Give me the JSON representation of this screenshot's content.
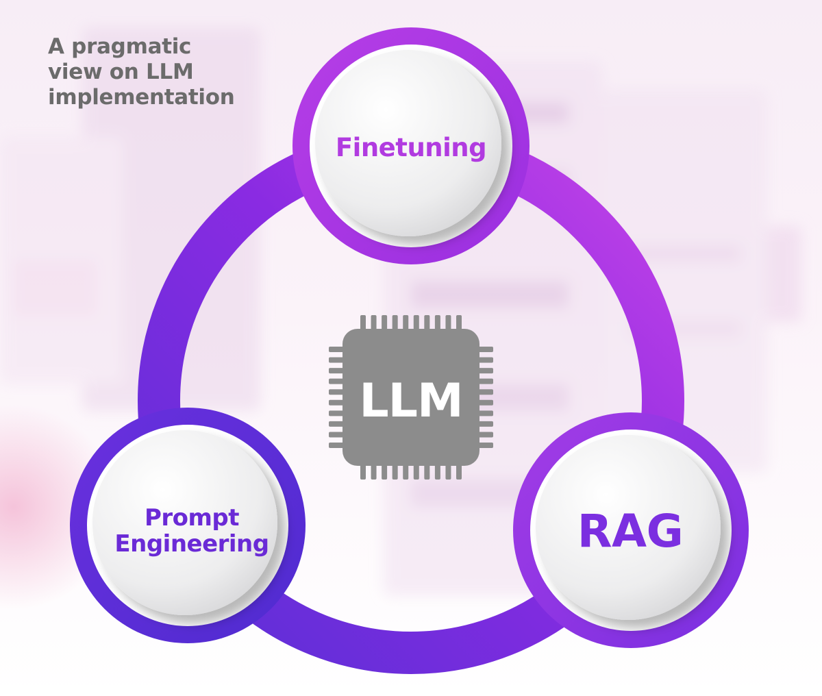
{
  "heading": {
    "lines": [
      "A pragmatic",
      "view on LLM",
      "implementation"
    ]
  },
  "center": {
    "label": "LLM",
    "icon": "cpu-chip-icon"
  },
  "nodes": [
    {
      "id": "finetuning",
      "label_lines": [
        "Finetuning"
      ]
    },
    {
      "id": "prompt",
      "label_lines": [
        "Prompt",
        "Engineering"
      ]
    },
    {
      "id": "rag",
      "label_lines": [
        "RAG"
      ]
    }
  ],
  "colors": {
    "violet": "#5a2fd6",
    "purple": "#8a2be2",
    "magenta": "#c644e8",
    "heading_gray": "#6b6b6b",
    "chip_gray": "#8c8c8c"
  }
}
